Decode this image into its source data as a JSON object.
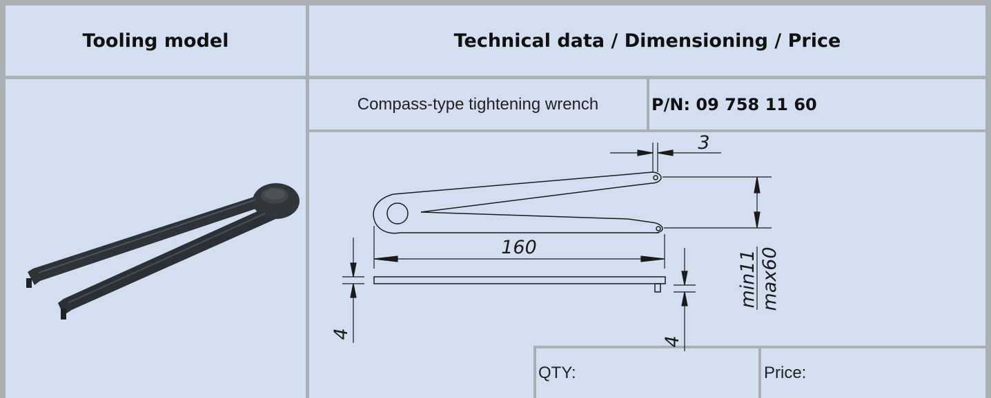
{
  "header": {
    "left": "Tooling model",
    "right": "Technical data / Dimensioning / Price"
  },
  "product": {
    "name": "Compass-type tightening wrench",
    "part_number": "P/N: 09 758 11 60"
  },
  "drawing": {
    "dim_tip": "3",
    "dim_length": "160",
    "dim_opening_min": "min11",
    "dim_opening_max": "max60",
    "dim_thickness": "4",
    "dim_pin": "4"
  },
  "order": {
    "qty_label": "QTY:",
    "price_label": "Price:"
  },
  "colors": {
    "background": "#d3dff0",
    "grid": "#a9aeb2",
    "ink": "#1a1a1a",
    "tool": "#2e3338"
  }
}
